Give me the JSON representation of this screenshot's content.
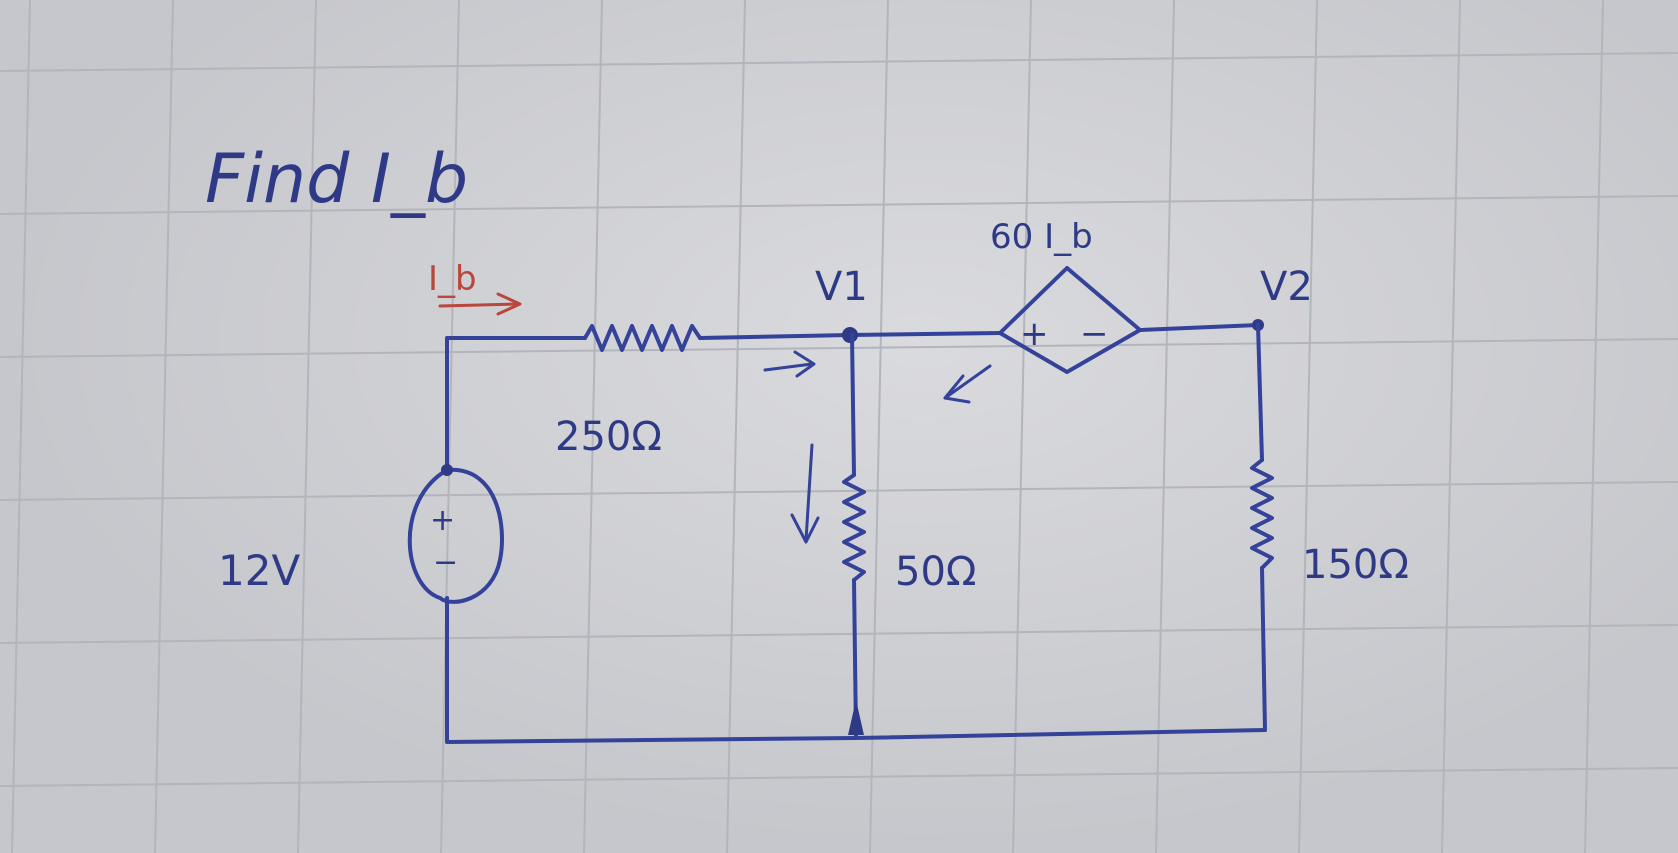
{
  "problem": {
    "title": "Find I_b"
  },
  "labels": {
    "current_ib": "I_b",
    "node_v1": "V1",
    "node_v2": "V2",
    "dependent_source": "60 I_b",
    "source_voltage": "12V",
    "source_plus": "+",
    "source_minus": "−",
    "dep_plus": "+",
    "dep_minus": "−",
    "r1": "250Ω",
    "r2": "50Ω",
    "r3": "150Ω"
  },
  "colors": {
    "ink": "#34429a",
    "annotation": "#b9473c",
    "paper": "#c6c7cc",
    "grid": "#b3b5bc"
  }
}
